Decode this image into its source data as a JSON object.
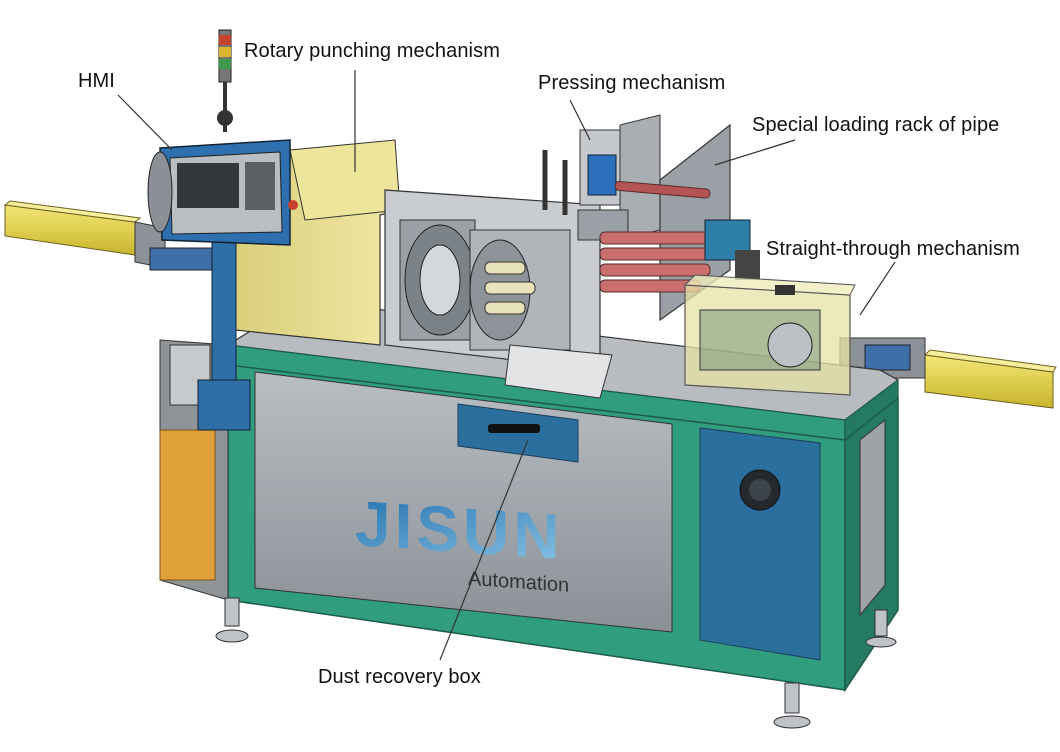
{
  "labels": {
    "hmi": "HMI",
    "rotary_punching": "Rotary punching mechanism",
    "pressing": "Pressing mechanism",
    "loading_rack": "Special loading rack of pipe",
    "straight_through": "Straight-through mechanism",
    "dust_box": "Dust recovery box"
  },
  "brand": {
    "name": "JISUN",
    "subtitle": "Automation"
  },
  "colors": {
    "frame_green": "#2f9d7e",
    "panel_gray": "#9aa0a6",
    "door_blue": "#2b6f9e",
    "yellow_rail": "#e6d23a",
    "hmi_blue": "#2e6fb0",
    "housing_yellow": "#ecdf8a"
  }
}
